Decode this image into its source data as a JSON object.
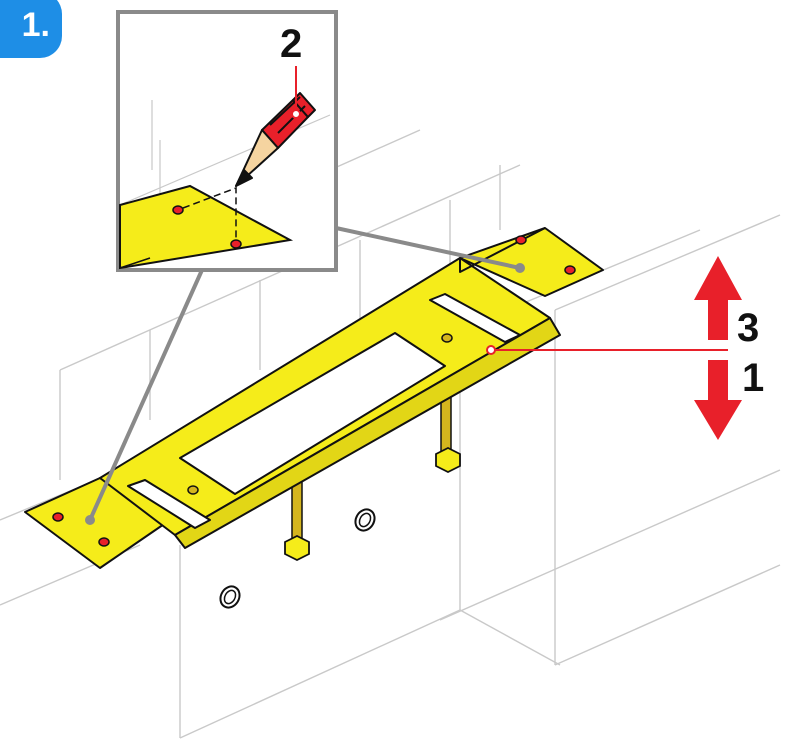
{
  "step": {
    "number": "1."
  },
  "callouts": {
    "pencil": "2",
    "arrow_up": "3",
    "arrow_down": "1"
  },
  "colors": {
    "plate": "#f5ec1a",
    "mark": "#e8202a",
    "step_badge": "#1e8ee6",
    "wall_lines": "#c9c9c9",
    "leader": "#8a8a8a",
    "thread": "#d4b51e"
  },
  "icons": [
    "pencil-icon",
    "up-down-arrow-icon",
    "threaded-rod-icon",
    "hex-nut-icon",
    "conduit-icon"
  ]
}
